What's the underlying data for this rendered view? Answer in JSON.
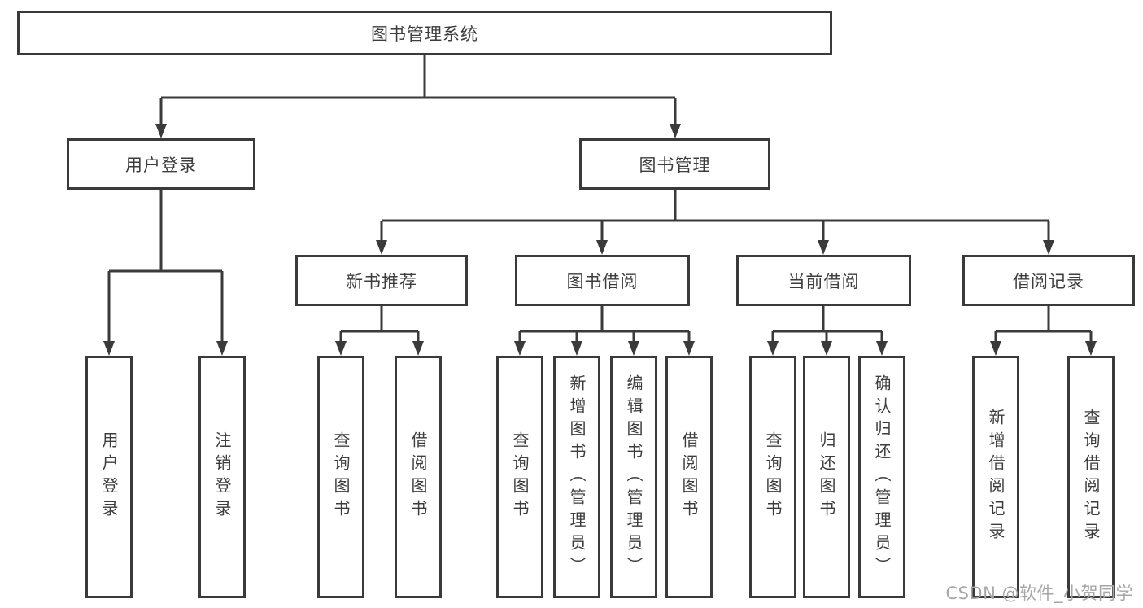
{
  "diagram": {
    "root": {
      "label": "图书管理系统"
    },
    "branches": [
      {
        "label": "用户登录",
        "leaves": [
          {
            "label": "用户登录"
          },
          {
            "label": "注销登录"
          }
        ]
      },
      {
        "label": "图书管理",
        "sections": [
          {
            "label": "新书推荐",
            "leaves": [
              {
                "label": "查询图书"
              },
              {
                "label": "借阅图书"
              }
            ]
          },
          {
            "label": "图书借阅",
            "leaves": [
              {
                "label": "查询图书"
              },
              {
                "label": "新增图书（管理员）"
              },
              {
                "label": "编辑图书（管理员）"
              },
              {
                "label": "借阅图书"
              }
            ]
          },
          {
            "label": "当前借阅",
            "leaves": [
              {
                "label": "查询图书"
              },
              {
                "label": "归还图书"
              },
              {
                "label": "确认归还（管理员）"
              }
            ]
          },
          {
            "label": "借阅记录",
            "leaves": [
              {
                "label": "新增借阅记录"
              },
              {
                "label": "查询借阅记录"
              }
            ]
          }
        ]
      }
    ]
  },
  "watermark": {
    "text": "CSDN @软件_小贺同学"
  },
  "colors": {
    "line": "#3a3a3a",
    "border": "#3a3a3a",
    "text": "#3d3d3d",
    "watermark": "#a6a6a6",
    "background": "#ffffff"
  }
}
